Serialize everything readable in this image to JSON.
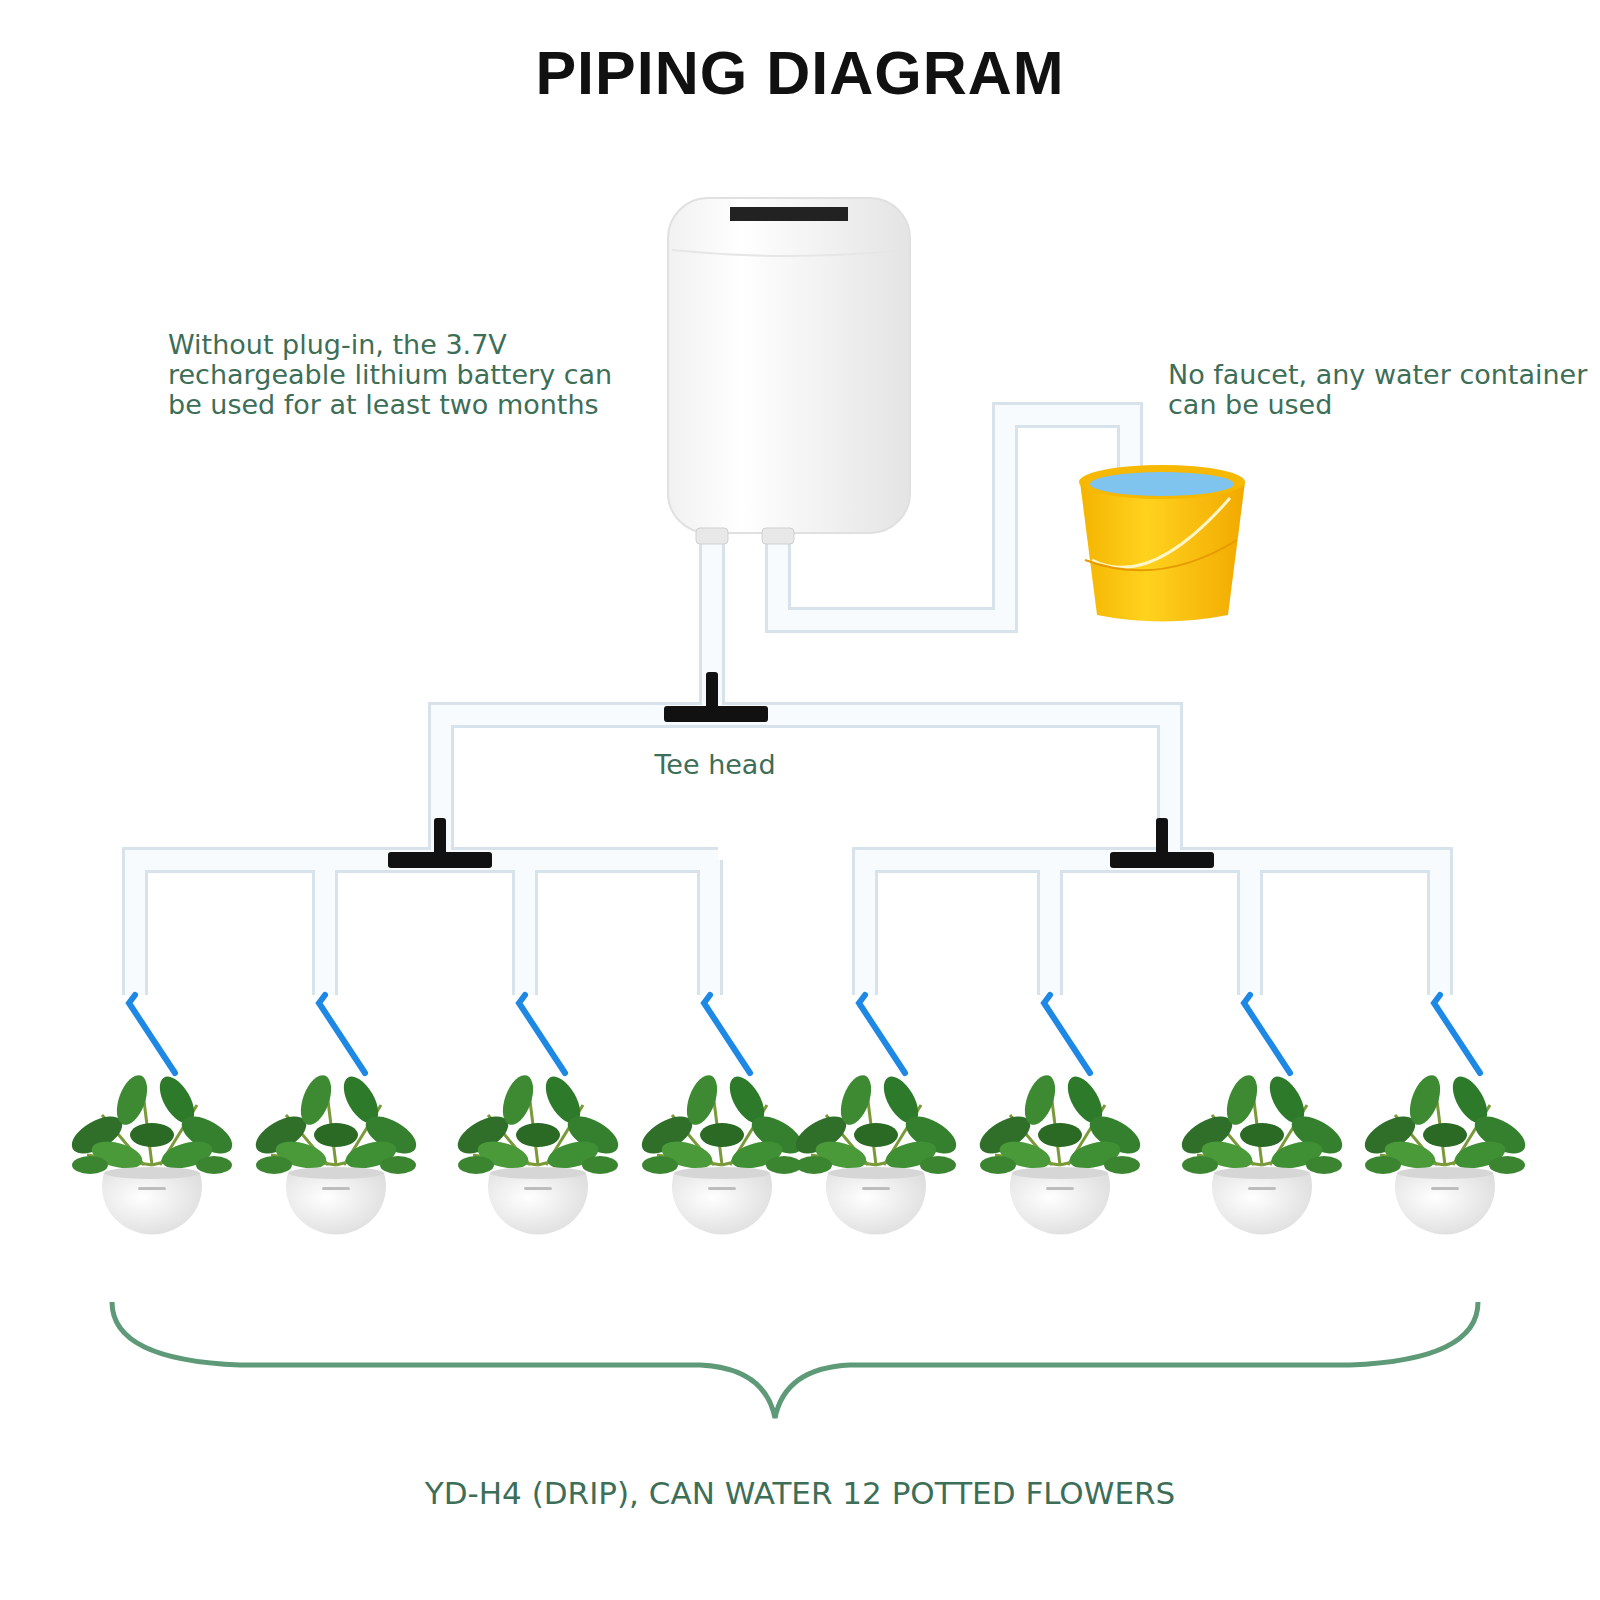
{
  "diagram": {
    "title": "PIPING DIAGRAM",
    "caption": "YD-H4 (DRIP), CAN WATER 12 POTTED FLOWERS",
    "labels": [
      "Without plug-in, the 3.7V rechargeable lithium battery can be used for at least two months",
      "No faucet, any water container can be used",
      "Tee head"
    ]
  }
}
